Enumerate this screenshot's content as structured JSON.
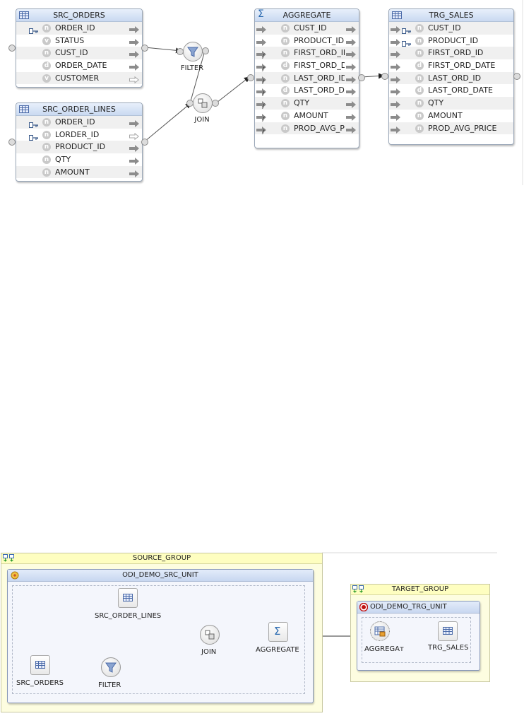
{
  "logical": {
    "src_orders": {
      "title": "SRC_ORDERS",
      "rows": [
        {
          "name": "ORDER_ID",
          "type": "n",
          "key": true
        },
        {
          "name": "STATUS",
          "type": "v",
          "key": false
        },
        {
          "name": "CUST_ID",
          "type": "n",
          "key": false
        },
        {
          "name": "ORDER_DATE",
          "type": "d",
          "key": false
        },
        {
          "name": "CUSTOMER",
          "type": "v",
          "key": false
        }
      ]
    },
    "src_order_lines": {
      "title": "SRC_ORDER_LINES",
      "rows": [
        {
          "name": "ORDER_ID",
          "type": "n",
          "key": true
        },
        {
          "name": "LORDER_ID",
          "type": "n",
          "key": true
        },
        {
          "name": "PRODUCT_ID",
          "type": "n",
          "key": false
        },
        {
          "name": "QTY",
          "type": "n",
          "key": false
        },
        {
          "name": "AMOUNT",
          "type": "n",
          "key": false
        }
      ]
    },
    "aggregate": {
      "title": "AGGREGATE",
      "rows": [
        {
          "name": "CUST_ID",
          "type": "n",
          "fx": false
        },
        {
          "name": "PRODUCT_ID",
          "type": "n",
          "fx": false
        },
        {
          "name": "FIRST_ORD_ID",
          "type": "n",
          "fx": true
        },
        {
          "name": "FIRST_ORD_DA",
          "type": "d",
          "fx": true
        },
        {
          "name": "LAST_ORD_ID",
          "type": "n",
          "fx": true
        },
        {
          "name": "LAST_ORD_DA",
          "type": "d",
          "fx": true
        },
        {
          "name": "QTY",
          "type": "n",
          "fx": true
        },
        {
          "name": "AMOUNT",
          "type": "n",
          "fx": true
        },
        {
          "name": "PROD_AVG_PF",
          "type": "n",
          "fx": true
        }
      ]
    },
    "trg_sales": {
      "title": "TRG_SALES",
      "rows": [
        {
          "name": "CUST_ID",
          "type": "n",
          "key": true
        },
        {
          "name": "PRODUCT_ID",
          "type": "n",
          "key": true
        },
        {
          "name": "FIRST_ORD_ID",
          "type": "n",
          "key": false
        },
        {
          "name": "FIRST_ORD_DATE",
          "type": "d",
          "key": false
        },
        {
          "name": "LAST_ORD_ID",
          "type": "n",
          "key": false
        },
        {
          "name": "LAST_ORD_DATE",
          "type": "d",
          "key": false
        },
        {
          "name": "QTY",
          "type": "n",
          "key": false
        },
        {
          "name": "AMOUNT",
          "type": "n",
          "key": false
        },
        {
          "name": "PROD_AVG_PRICE",
          "type": "n",
          "key": false
        }
      ]
    },
    "filter_label": "FILTER",
    "join_label": "JOIN"
  },
  "physical": {
    "source_group": {
      "title": "SOURCE_GROUP",
      "unit_title": "ODI_DEMO_SRC_UNIT",
      "src_order_lines_label": "SRC_ORDER_LINES",
      "src_orders_label": "SRC_ORDERS",
      "filter_label": "FILTER",
      "join_label": "JOIN",
      "aggregate_label": "AGGREGATE"
    },
    "target_group": {
      "title": "TARGET_GROUP",
      "unit_title": "ODI_DEMO_TRG_UNIT",
      "aggregate_label": "AGGREGAт",
      "trg_sales_label": "TRG_SALES"
    }
  },
  "colors": {
    "header_blue": "#c9d9f1",
    "group_yellow": "#fdfde0",
    "arrow_gray": "#8c8c8c"
  }
}
